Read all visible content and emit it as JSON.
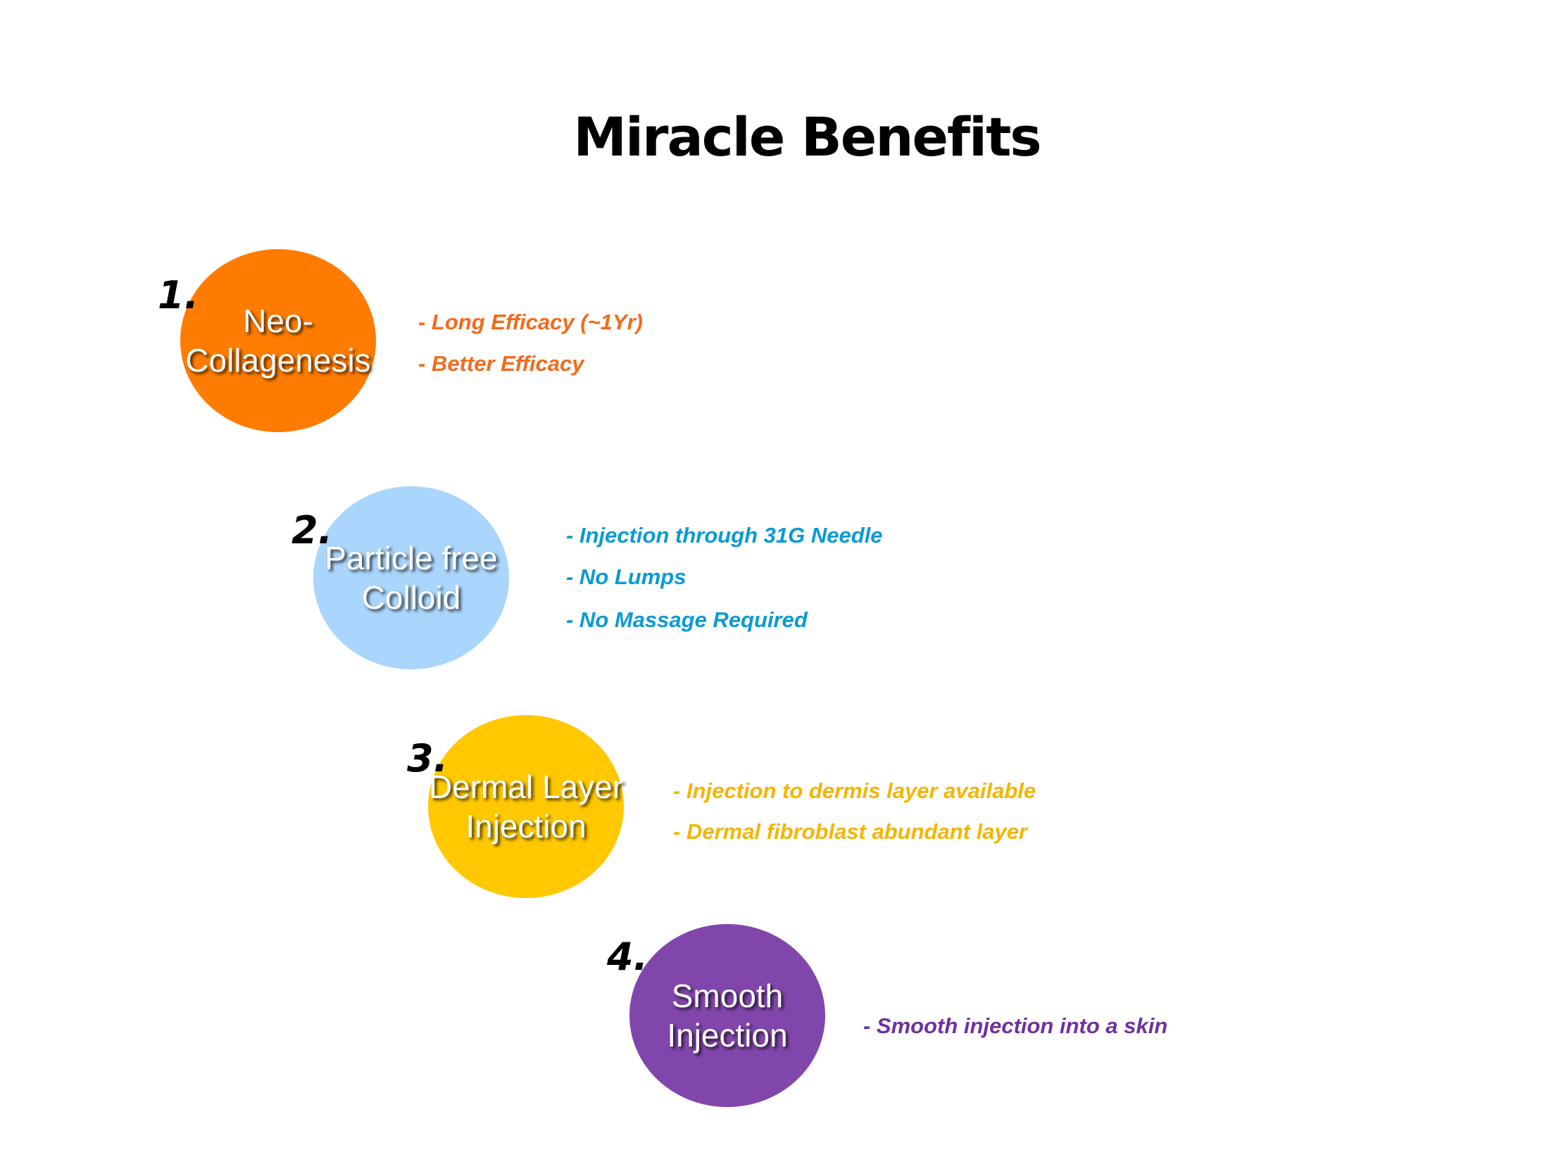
{
  "title": "Miracle Benefits",
  "colors": {
    "orange": "#FF7C00",
    "blue": "#AAD5FC",
    "yellow": "#FFC800",
    "purple": "#8146AB"
  },
  "benefits": [
    {
      "number": "1.",
      "line1": "Neo-",
      "line2": "Collagenesis",
      "points": [
        "- Long Efficacy (~1Yr)",
        "- Better Efficacy"
      ]
    },
    {
      "number": "2.",
      "line1": "Particle free",
      "line2": "Colloid",
      "points": [
        "- Injection through 31G Needle",
        "- No Lumps",
        "- No Massage Required"
      ]
    },
    {
      "number": "3.",
      "line1": "Dermal Layer",
      "line2": "Injection",
      "points": [
        "- Injection to dermis layer available",
        "- Dermal fibroblast abundant layer"
      ]
    },
    {
      "number": "4.",
      "line1": "Smooth",
      "line2": "Injection",
      "points": [
        "- Smooth injection into a skin"
      ]
    }
  ]
}
